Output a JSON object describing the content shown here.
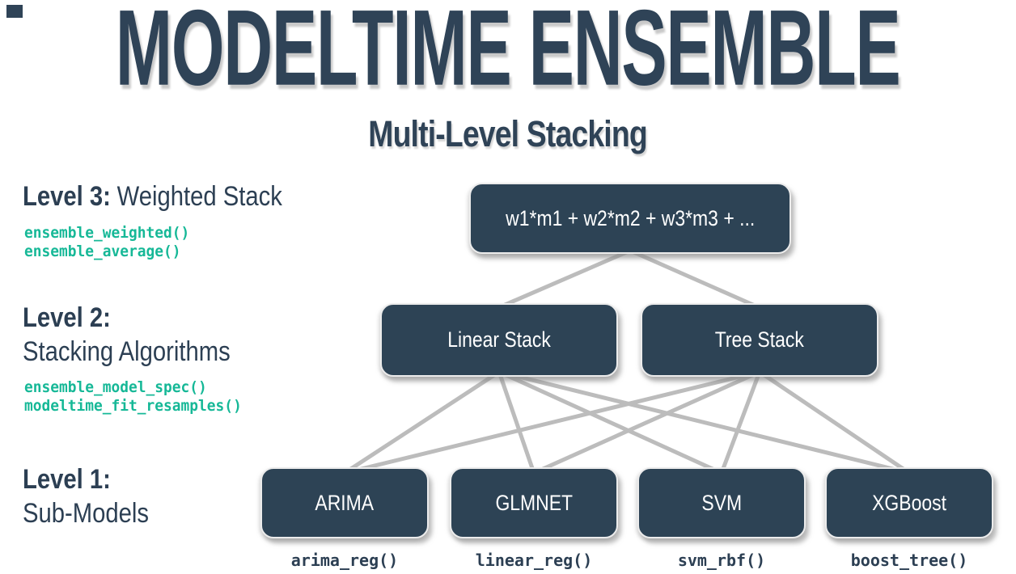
{
  "title": "MODELTIME ENSEMBLE",
  "subtitle": "Multi-Level Stacking",
  "levels": {
    "level3": {
      "heading_bold": "Level 3:",
      "heading_rest": "Weighted Stack",
      "code": [
        "ensemble_weighted()",
        "ensemble_average()"
      ]
    },
    "level2": {
      "heading_bold": "Level 2:",
      "heading_rest": "Stacking Algorithms",
      "code": [
        "ensemble_model_spec()",
        "modeltime_fit_resamples()"
      ]
    },
    "level1": {
      "heading_bold": "Level 1:",
      "heading_rest": "Sub-Models"
    }
  },
  "diagram": {
    "top_node": "w1*m1 + w2*m2 + w3*m3 + ...",
    "middle_nodes": [
      "Linear Stack",
      "Tree Stack"
    ],
    "bottom_nodes": [
      "ARIMA",
      "GLMNET",
      "SVM",
      "XGBoost"
    ],
    "bottom_functions": [
      "arima_reg()",
      "linear_reg()",
      "svm_rbf()",
      "boost_tree()"
    ]
  },
  "colors": {
    "navy_text": "#2f4357",
    "node_fill": "#2d4355",
    "code_teal": "#16b897",
    "connector_gray": "#bcbcbc"
  }
}
